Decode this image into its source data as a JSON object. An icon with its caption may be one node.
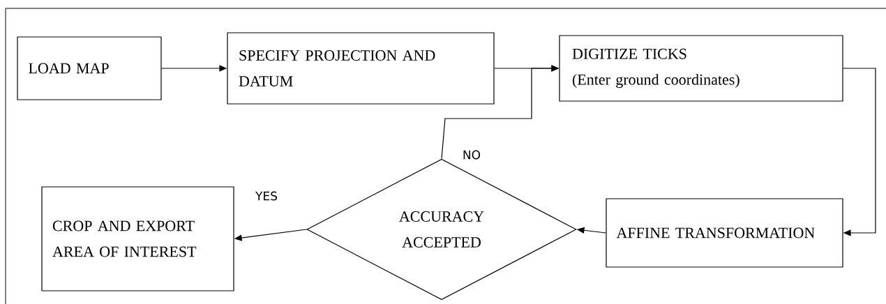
{
  "diagram": {
    "nodes": [
      {
        "text": [
          "LOAD MAP"
        ]
      },
      {
        "text": [
          "SPECIFY PROJECTION AND DATUM"
        ]
      },
      {
        "text": [
          "DIGITIZE TICKS",
          "(Enter ground coordinates)"
        ]
      },
      {
        "text": [
          "AFFINE TRANSFORMATION"
        ]
      },
      {
        "text": [
          "ACCURACY ACCEPTED"
        ]
      },
      {
        "text": [
          "CROP AND EXPORT AREA OF INTEREST"
        ]
      }
    ],
    "edges": [
      {
        "from": 0,
        "to": 1,
        "arrow": "to"
      },
      {
        "from": 1,
        "to": 2,
        "arrow": "to"
      },
      {
        "from": 2,
        "to": 3,
        "arrow": "to"
      },
      {
        "from": 3,
        "to": 4,
        "arrow": "to"
      },
      {
        "from": 4,
        "to": 5,
        "arrow": "to",
        "label": "YES"
      },
      {
        "from": 4,
        "to": 2,
        "arrow": "to",
        "label": "NO"
      }
    ]
  }
}
